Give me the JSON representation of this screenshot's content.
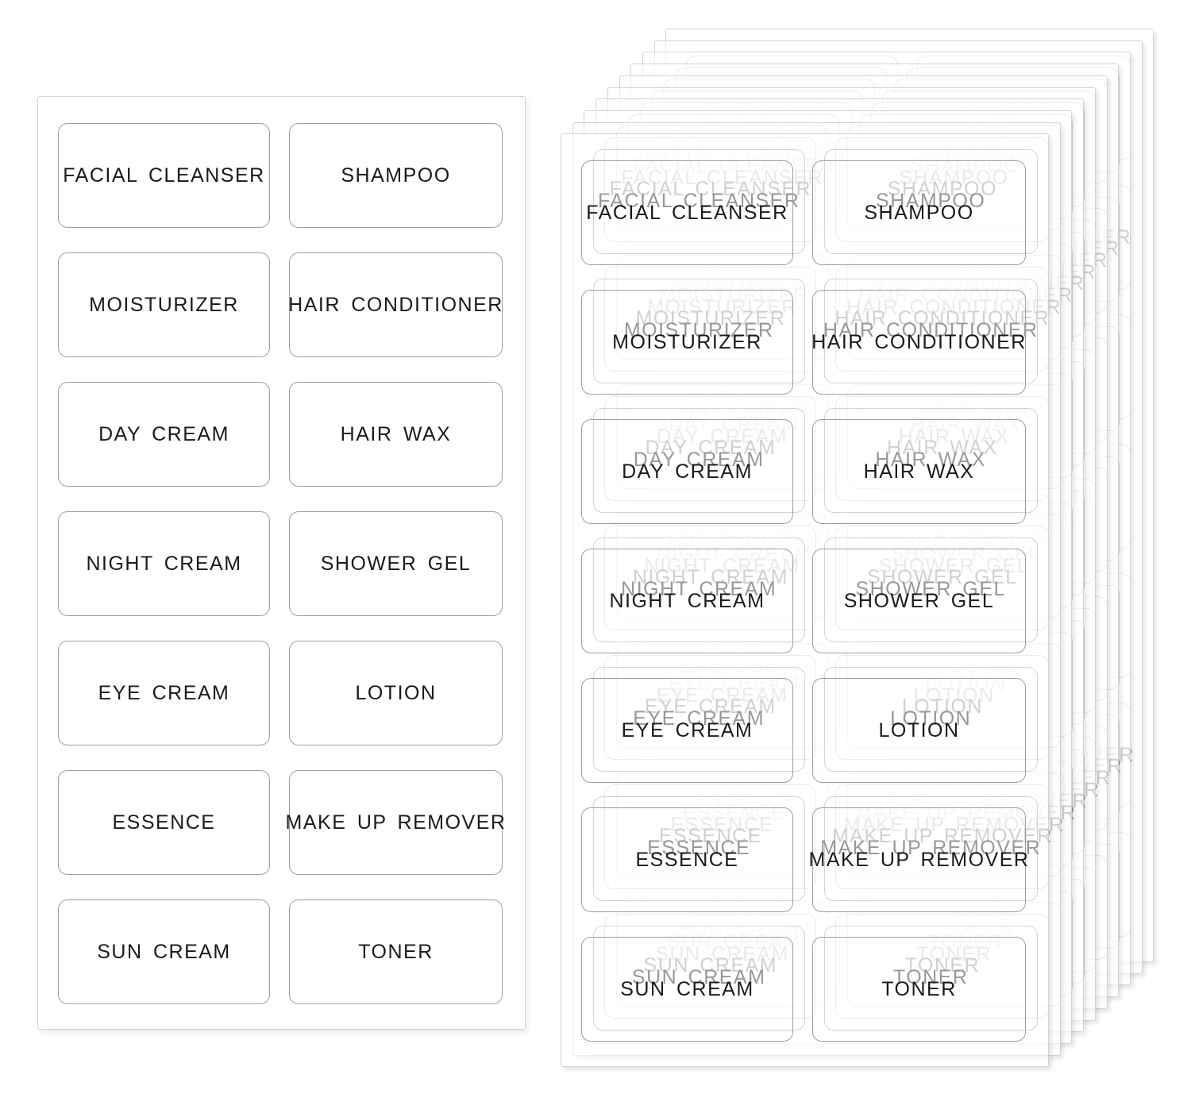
{
  "sticker_labels": [
    "FACIAL  CLEANSER",
    "SHAMPOO",
    "MOISTURIZER",
    "HAIR CONDITIONER",
    "DAY CREAM",
    "HAIR WAX",
    "NIGHT CREAM",
    "SHOWER GEL",
    "EYE CREAM",
    "LOTION",
    "ESSENCE",
    "MAKE UP REMOVER",
    "SUN CREAM",
    "TONER"
  ],
  "sheet": {
    "rows": 7,
    "columns": 2,
    "labels_per_sheet": 14
  },
  "stack": {
    "sheet_count": 10
  },
  "colors": {
    "page_background": "#ffffff",
    "sheet_background": "rgba(255,255,255,0.55)",
    "sheet_border": "#d2d2d2",
    "label_border": "#9e9e9e",
    "text": "#1a1a1a"
  }
}
